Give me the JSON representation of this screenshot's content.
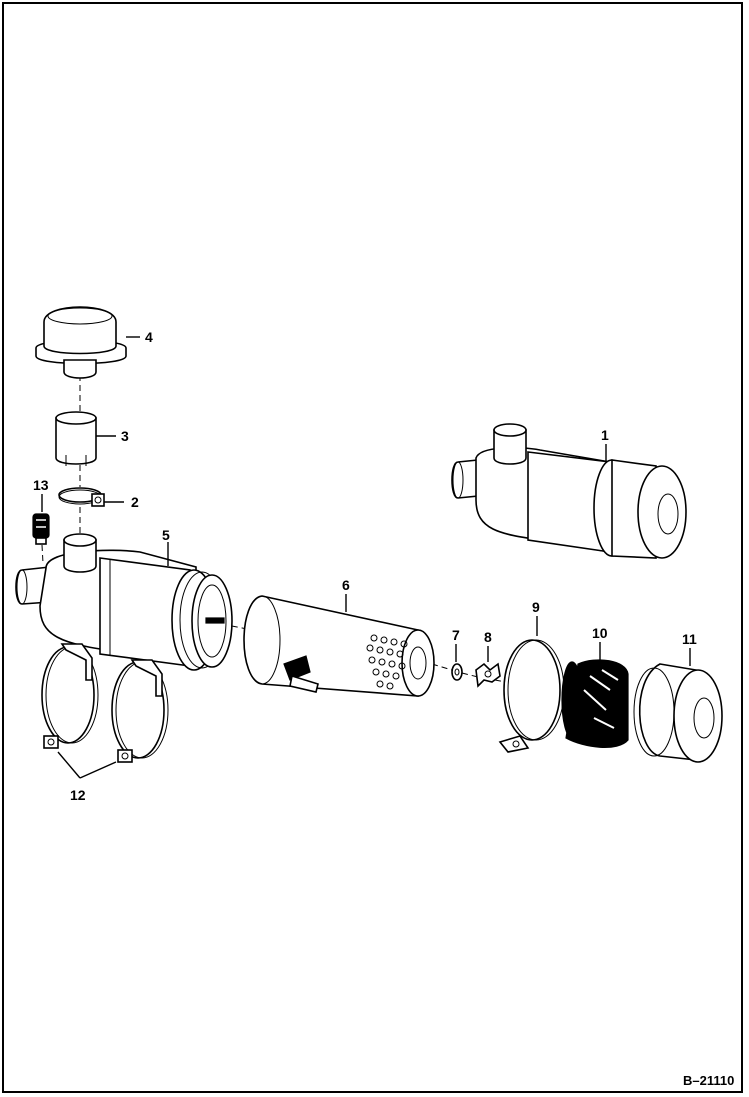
{
  "figure_code": "B–21110",
  "callouts": {
    "part_1": "1",
    "part_2": "2",
    "part_3": "3",
    "part_4": "4",
    "part_5": "5",
    "part_6": "6",
    "part_7": "7",
    "part_8": "8",
    "part_9": "9",
    "part_10": "10",
    "part_11": "11",
    "part_12": "12",
    "part_13": "13"
  },
  "colors": {
    "ink": "#000000",
    "paper": "#ffffff"
  }
}
